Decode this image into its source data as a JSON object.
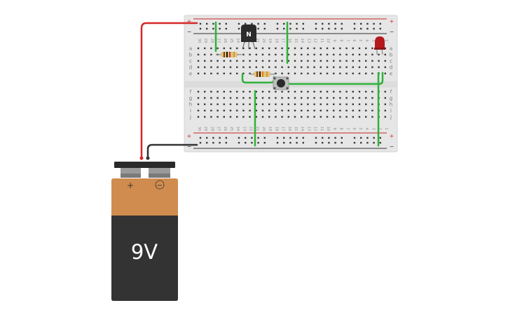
{
  "battery": {
    "voltage_label": "9V",
    "positive_symbol": "+",
    "negative_symbol": "−",
    "colors": {
      "top": "#d08c4e",
      "body": "#333333",
      "cap": "#2a2a2a",
      "terminal": "#9a9a9a"
    }
  },
  "breadboard": {
    "rail_plus": "+",
    "rail_minus": "−",
    "columns": 30,
    "row_letters_top": [
      "a",
      "b",
      "c",
      "d",
      "e"
    ],
    "row_letters_bottom": [
      "f",
      "g",
      "h",
      "i",
      "j"
    ],
    "colors": {
      "board": "#e6e6e6",
      "hole": "#3a3a3a",
      "rail_red": "#cc2222",
      "rail_dark": "#333333"
    }
  },
  "transistor": {
    "label": "N",
    "color": "#2b2b2b"
  },
  "led": {
    "color": "#b5191c"
  },
  "wires": {
    "positive_color": "#d62728",
    "negative_color": "#333333",
    "jumper_color": "#2fb23a"
  },
  "icons": [
    "transistor-icon",
    "led-icon",
    "resistor-icon",
    "pushbutton-icon",
    "battery-icon"
  ]
}
